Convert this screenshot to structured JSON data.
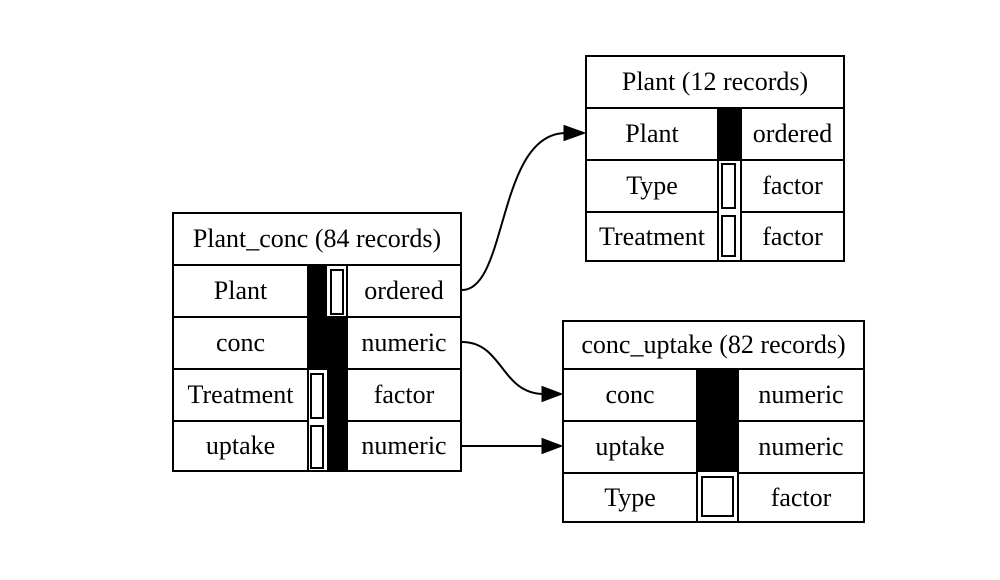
{
  "diagram_type": "database-schema",
  "colors": {
    "background": "#ffffff",
    "line": "#000000",
    "text": "#000000",
    "key_fill": "#000000"
  },
  "tables": [
    {
      "name": "Plant_conc",
      "title": "Plant_conc (84 records)",
      "records": 84,
      "columns": [
        {
          "name": "Plant",
          "type": "ordered"
        },
        {
          "name": "conc",
          "type": "numeric"
        },
        {
          "name": "Treatment",
          "type": "factor"
        },
        {
          "name": "uptake",
          "type": "numeric"
        }
      ],
      "keys": [
        [
          "Plant",
          "conc"
        ],
        [
          "conc",
          "Treatment",
          "uptake"
        ]
      ]
    },
    {
      "name": "Plant",
      "title": "Plant (12 records)",
      "records": 12,
      "columns": [
        {
          "name": "Plant",
          "type": "ordered"
        },
        {
          "name": "Type",
          "type": "factor"
        },
        {
          "name": "Treatment",
          "type": "factor"
        }
      ],
      "keys": [
        [
          "Plant"
        ]
      ]
    },
    {
      "name": "conc_uptake",
      "title": "conc_uptake (82 records)",
      "records": 82,
      "columns": [
        {
          "name": "conc",
          "type": "numeric"
        },
        {
          "name": "uptake",
          "type": "numeric"
        },
        {
          "name": "Type",
          "type": "factor"
        }
      ],
      "keys": [
        [
          "conc",
          "uptake"
        ]
      ]
    }
  ],
  "relationships": [
    {
      "from_table": "Plant_conc",
      "from_column": "Plant",
      "to_table": "Plant",
      "to_column": "Plant"
    },
    {
      "from_table": "Plant_conc",
      "from_column": "conc",
      "to_table": "conc_uptake",
      "to_column": "conc"
    },
    {
      "from_table": "Plant_conc",
      "from_column": "uptake",
      "to_table": "conc_uptake",
      "to_column": "uptake"
    }
  ]
}
